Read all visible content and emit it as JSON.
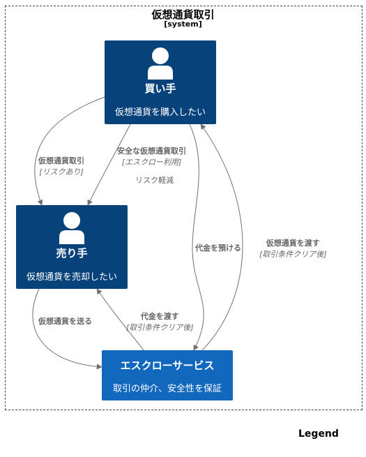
{
  "system": {
    "title": "仮想通貨取引",
    "stereotype": "[system]"
  },
  "nodes": {
    "buyer": {
      "name": "買い手",
      "desc": "仮想通貨を購入したい",
      "color": "#08427b"
    },
    "seller": {
      "name": "売り手",
      "desc": "仮想通貨を売却したい",
      "color": "#08427b"
    },
    "escrow": {
      "name": "エスクローサービス",
      "desc": "取引の仲介、安全性を保証",
      "color": "#1168bd"
    }
  },
  "edges": {
    "buyer_seller_risky": {
      "label": "仮想通貨取引",
      "tech": "[リスクあり]"
    },
    "buyer_seller_safe": {
      "label": "安全な仮想通貨取引",
      "tech": "[エスクロー利用]",
      "note": "リスク軽減"
    },
    "buyer_escrow": {
      "label": "代金を預ける"
    },
    "escrow_buyer": {
      "label": "仮想通貨を渡す",
      "tech": "[取引条件クリア後]"
    },
    "seller_escrow": {
      "label": "仮想通貨を送る"
    },
    "escrow_seller": {
      "label": "代金を渡す",
      "tech": "[取引条件クリア後]"
    }
  },
  "legend": {
    "title": "Legend"
  }
}
